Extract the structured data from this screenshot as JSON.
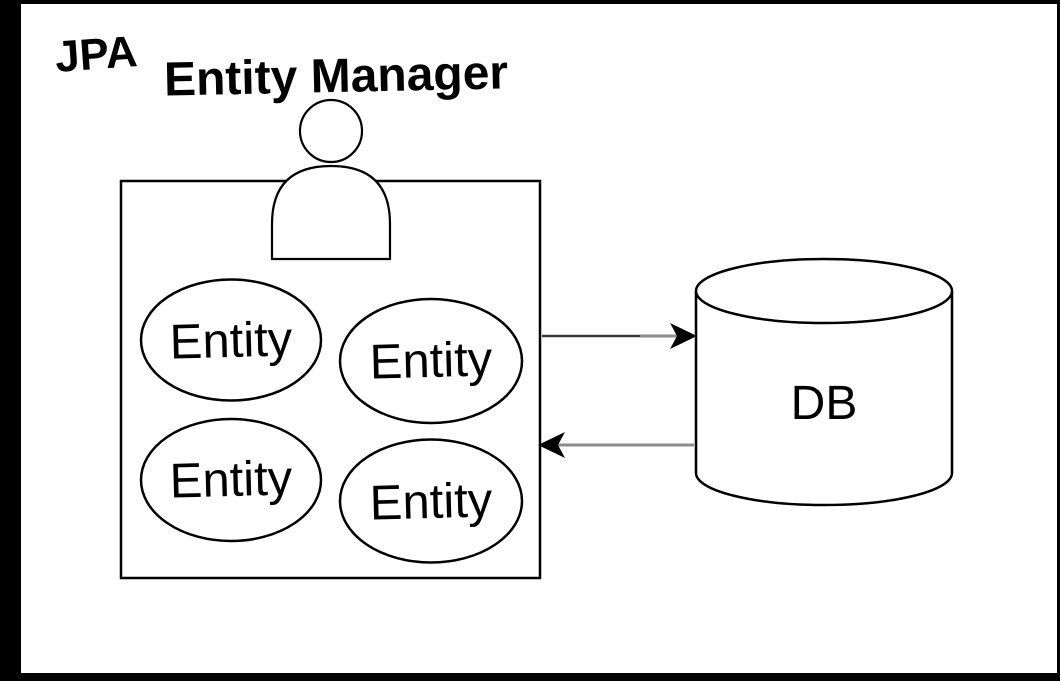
{
  "diagram": {
    "jpa_label": "JPA",
    "title": "Entity Manager",
    "entities": [
      "Entity",
      "Entity",
      "Entity",
      "Entity"
    ],
    "database_label": "DB",
    "icons": {
      "person": "person-icon",
      "database": "database-cylinder-icon",
      "arrow_to_db": "arrow-right-icon",
      "arrow_from_db": "arrow-left-icon"
    },
    "colors": {
      "stroke": "#000000",
      "shape_fill": "#ffffff",
      "frame": "#000000",
      "arrow_shaft_dark": "#3b3b3b",
      "arrow_shaft_gray": "#8c8c8c"
    }
  }
}
